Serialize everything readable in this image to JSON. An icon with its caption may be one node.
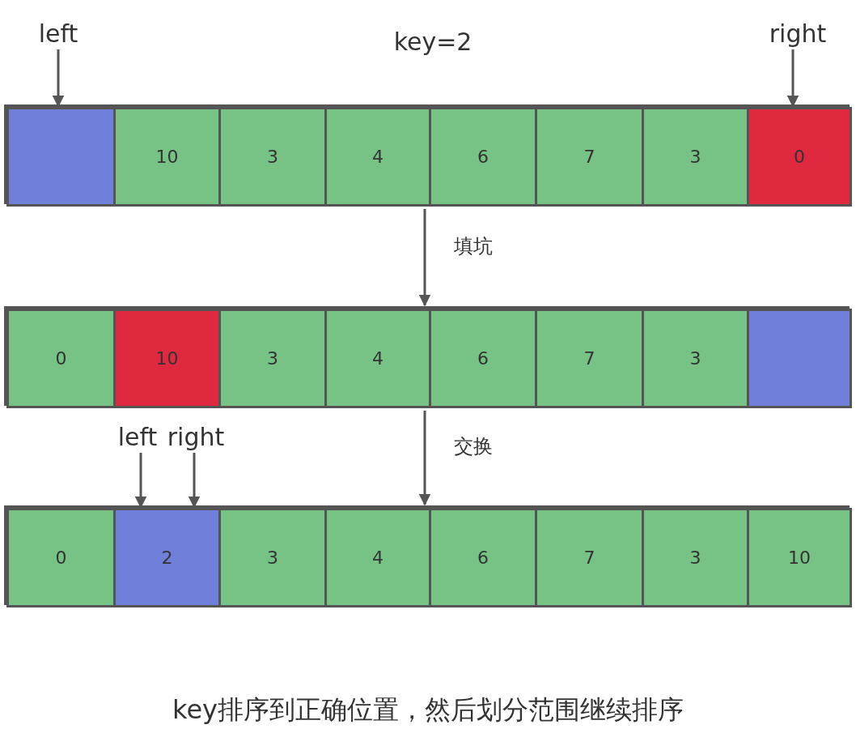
{
  "diagram": {
    "caption": "key排序到正确位置，然后划分范围继续排序",
    "nodes": [
      {
        "text": [
          "left"
        ]
      },
      {
        "text": [
          "right"
        ]
      },
      {
        "text": [],
        "shape": "box"
      },
      {
        "text": [],
        "shape": "box",
        "in": 2
      },
      {
        "text": [
          "10"
        ],
        "in": 2
      },
      {
        "text": [
          "3"
        ],
        "in": 2
      },
      {
        "text": [
          "4"
        ],
        "in": 2
      },
      {
        "text": [
          "6"
        ],
        "in": 2
      },
      {
        "text": [
          "7"
        ],
        "in": 2
      },
      {
        "text": [
          "3"
        ],
        "in": 2
      },
      {
        "text": [
          "0"
        ],
        "in": 2
      },
      {
        "text": [],
        "shape": "box"
      },
      {
        "text": [
          "0"
        ],
        "in": 11
      },
      {
        "text": [
          "10"
        ],
        "in": 11
      },
      {
        "text": [
          "3"
        ],
        "in": 11
      },
      {
        "text": [
          "4"
        ],
        "in": 11
      },
      {
        "text": [
          "6"
        ],
        "in": 11
      },
      {
        "text": [
          "7"
        ],
        "in": 11
      },
      {
        "text": [
          "3"
        ],
        "in": 11
      },
      {
        "text": [],
        "shape": "box",
        "in": 11
      },
      {
        "text": [
          "left"
        ]
      },
      {
        "text": [
          "right"
        ]
      },
      {
        "text": [],
        "shape": "box"
      },
      {
        "text": [
          "0"
        ],
        "in": 22
      },
      {
        "text": [
          "2"
        ],
        "in": 22
      },
      {
        "text": [
          "3"
        ],
        "in": 22
      },
      {
        "text": [
          "4"
        ],
        "in": 22
      },
      {
        "text": [
          "6"
        ],
        "in": 22
      },
      {
        "text": [
          "7"
        ],
        "in": 22
      },
      {
        "text": [
          "3"
        ],
        "in": 22
      },
      {
        "text": [
          "10"
        ],
        "in": 22
      }
    ],
    "edges": [
      {
        "from": 0,
        "to": 3,
        "arrow": "to"
      },
      {
        "from": 1,
        "to": 10,
        "arrow": "to"
      },
      {
        "from": 2,
        "to": 11,
        "arrow": "to",
        "label": "填坑"
      },
      {
        "from": 11,
        "to": 22,
        "arrow": "to",
        "label": "交换"
      },
      {
        "from": 20,
        "to": 24,
        "arrow": "to"
      },
      {
        "from": 21,
        "to": 24,
        "arrow": "to"
      }
    ],
    "labels": [
      "key=2"
    ]
  }
}
